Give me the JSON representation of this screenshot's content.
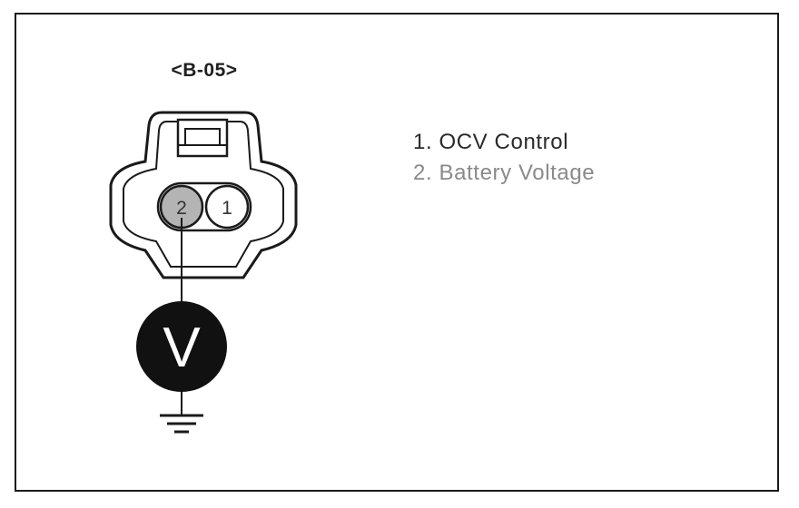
{
  "connector": {
    "name": "<B-05>"
  },
  "pins": {
    "pin1": "1",
    "pin2": "2"
  },
  "meter": {
    "symbol": "V"
  },
  "legend": {
    "item1": "1. OCV Control",
    "item2": "2. Battery Voltage"
  },
  "colors": {
    "line": "#1a1a1a",
    "pin2_fill": "#b4b4b4",
    "legend_item1": "#2a2a2a",
    "legend_item2": "#8a8a8a"
  },
  "icons": {
    "meter": "voltmeter-icon",
    "ground": "ground-icon"
  }
}
